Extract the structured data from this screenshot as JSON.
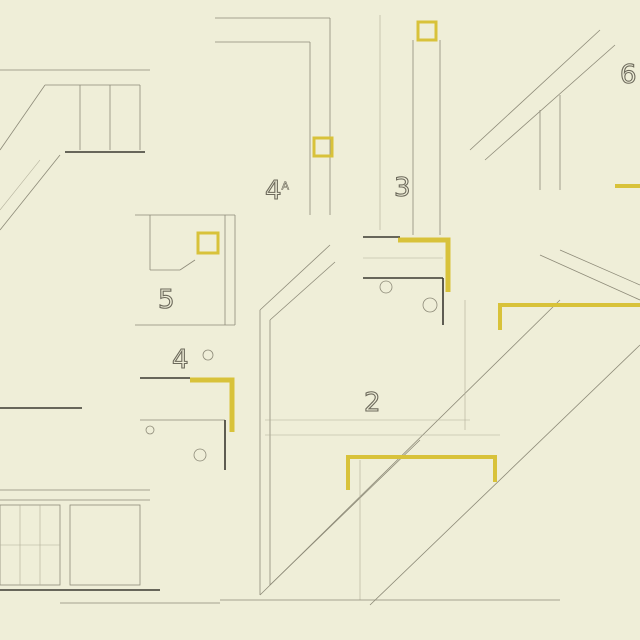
{
  "drawing": {
    "details": [
      {
        "id": "6",
        "label": "6"
      },
      {
        "id": "4A",
        "label": "4",
        "superscript": "A"
      },
      {
        "id": "3",
        "label": "3"
      },
      {
        "id": "5",
        "label": "5"
      },
      {
        "id": "4",
        "label": "4"
      },
      {
        "id": "2",
        "label": "2"
      }
    ],
    "colors": {
      "paper": "#efeed8",
      "line": "#8d8a78",
      "highlight": "#d8c23a"
    }
  }
}
